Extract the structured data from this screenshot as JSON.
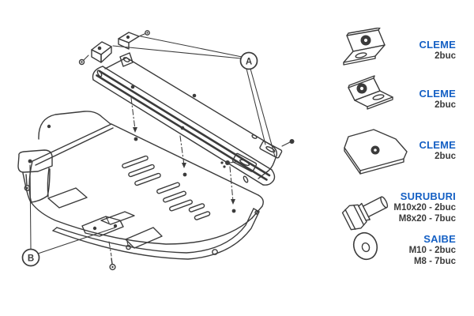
{
  "page": {
    "background": "#ffffff"
  },
  "colors": {
    "page_bg": "#ffffff",
    "label_blue": "#1560c4",
    "line_dark": "#3b3b3b",
    "detail_text": "#3a3a3a"
  },
  "diagram": {
    "description": "exploded-view line drawing of engine skid plate with mounting rail and brackets",
    "callouts": {
      "a": "A",
      "b": "B"
    }
  },
  "parts": {
    "items": [
      {
        "name": "CLEME",
        "icon": "angle-clamp-left-icon",
        "lines": [
          "2buc"
        ]
      },
      {
        "name": "CLEME",
        "icon": "angle-clamp-right-icon",
        "lines": [
          "2buc"
        ]
      },
      {
        "name": "CLEME",
        "icon": "flat-clamp-icon",
        "lines": [
          "2buc"
        ]
      },
      {
        "name": "SURUBURI",
        "icon": "bolt-icon",
        "lines": [
          "M10x20 - 2buc",
          "M8x20 - 7buc"
        ]
      },
      {
        "name": "SAIBE",
        "icon": "washer-icon",
        "lines": [
          "M10 - 2buc",
          "M8 - 7buc"
        ]
      }
    ]
  }
}
